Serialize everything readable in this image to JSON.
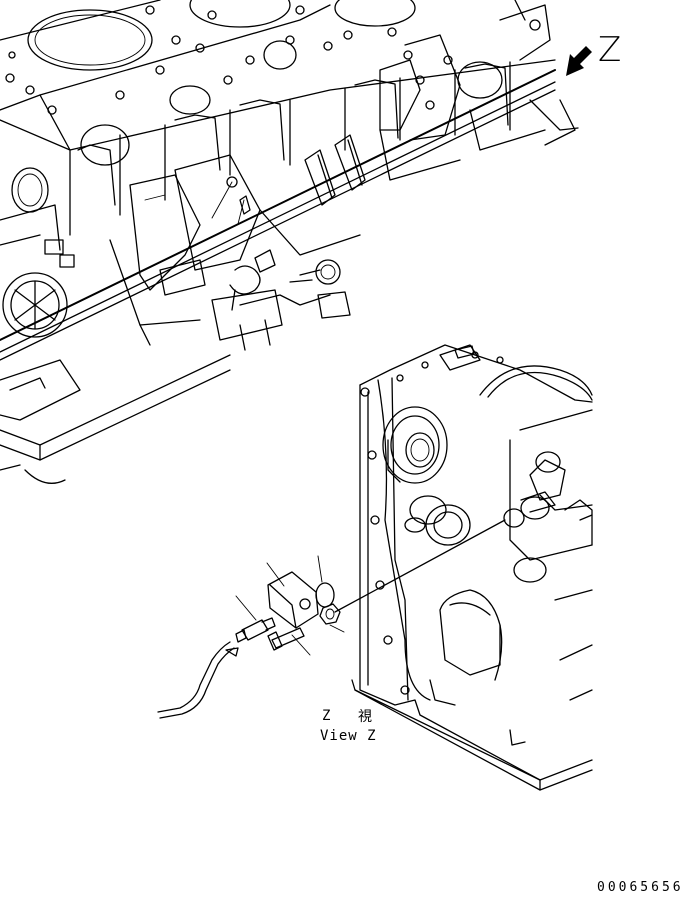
{
  "diagram": {
    "view_arrow_letter": "Z",
    "view_caption_letter": "Z",
    "view_caption_kanji": "視",
    "view_caption_en": "View Z",
    "figure_number": "00065656"
  },
  "colors": {
    "line": "#000000",
    "background": "#ffffff"
  },
  "icons": {
    "view-arrow": "direction-arrow-icon"
  }
}
